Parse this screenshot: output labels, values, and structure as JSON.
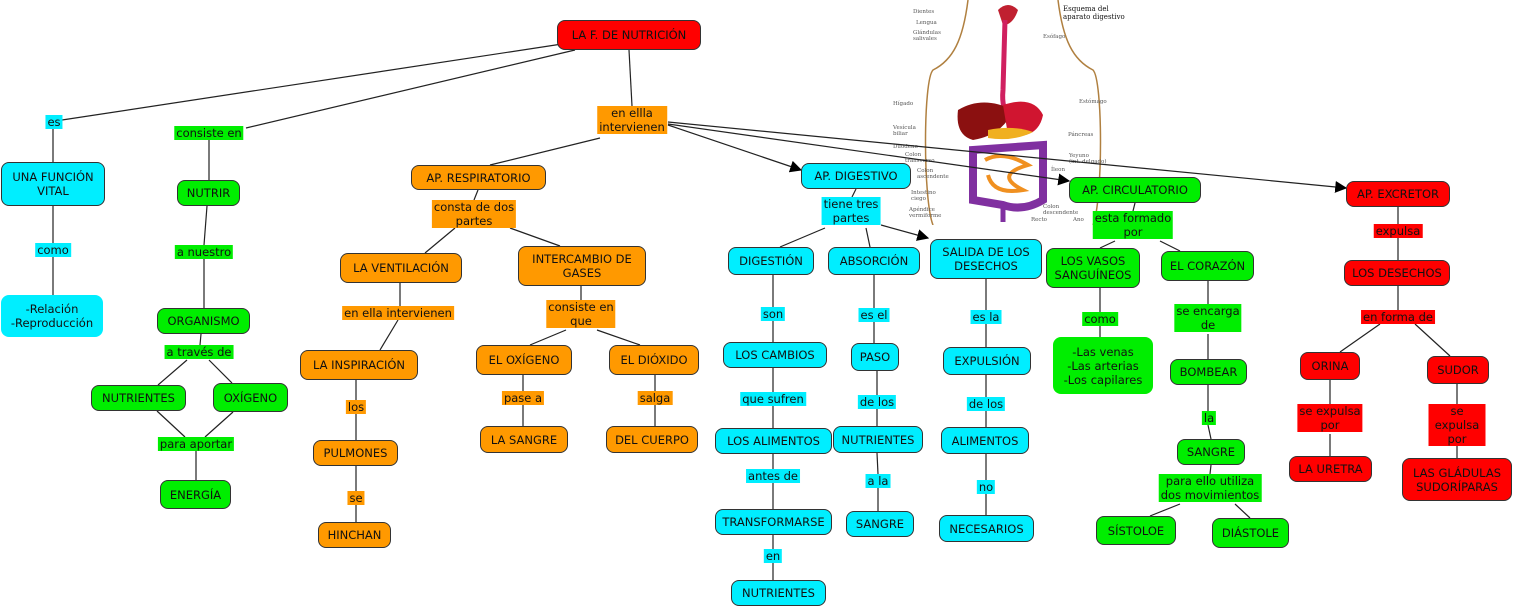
{
  "colors": {
    "respiratorio": "#ff9900",
    "circulatorio_nutrir": "#00ee00",
    "digestivo_funcion": "#00eeff",
    "excretor_root": "#ff0000"
  },
  "root": "LA F. DE NUTRICIÓN",
  "root_link": "en ellla\nintervienen",
  "funcion": {
    "link": "es",
    "concept": "UNA FUNCIÓN\nVITAL",
    "link2": "como",
    "list": "-Relación\n-Reproducción"
  },
  "nutrir": {
    "link": "consiste en",
    "concept": "NUTRIR",
    "link2": "a nuestro",
    "organismo": "ORGANISMO",
    "link3": "a través de",
    "nutrientes": "NUTRIENTES",
    "oxigeno": "OXÍGENO",
    "link4": "para aportar",
    "energia": "ENERGÍA"
  },
  "respiratorio": {
    "concept": "AP. RESPIRATORIO",
    "link": "consta de dos\npartes",
    "ventilacion": "LA VENTILACIÓN",
    "intercambio": "INTERCAMBIO DE\nGASES",
    "link_vent": "en ella intervienen",
    "inspiracion": "LA INSPIRACIÓN",
    "link_los": "los",
    "pulmones": "PULMONES",
    "link_se": "se",
    "hinchan": "HINCHAN",
    "link_inter": "consiste en\nque",
    "oxigeno": "EL OXÍGENO",
    "dioxido": "EL DIÓXIDO",
    "link_pase": "pase a",
    "link_salga": "salga",
    "sangre": "LA SANGRE",
    "cuerpo": "DEL CUERPO"
  },
  "digestivo": {
    "concept": "AP. DIGESTIVO",
    "link": "tiene tres\npartes",
    "digestion": "DIGESTIÓN",
    "absorcion": "ABSORCIÓN",
    "salida": "SALIDA DE LOS\nDESECHOS",
    "d_son": "son",
    "d_cambios": "LOS CAMBIOS",
    "d_que": "que sufren",
    "d_alimentos": "LOS ALIMENTOS",
    "d_antes": "antes de",
    "d_transformarse": "TRANSFORMARSE",
    "d_en": "en",
    "d_nutrientes": "NUTRIENTES",
    "a_esel": "es el",
    "a_paso": "PASO",
    "a_delos": "de los",
    "a_nutrientes": "NUTRIENTES",
    "a_ala": "a la",
    "a_sangre": "SANGRE",
    "s_esla": "es la",
    "s_expulsion": "EXPULSIÓN",
    "s_delos": "de los",
    "s_alimentos": "ALIMENTOS",
    "s_no": "no",
    "s_necesarios": "NECESARIOS"
  },
  "circulatorio": {
    "concept": "AP. CIRCULATORIO",
    "link": "esta formado\npor",
    "vasos": "LOS VASOS\nSANGUÍNEOS",
    "corazon": "EL CORAZÓN",
    "link_como": "como",
    "list": "-Las venas\n-Las arterias\n-Los capilares",
    "link_encarga": "se encarga\nde",
    "bombear": "BOMBEAR",
    "link_la": "la",
    "sangre": "SANGRE",
    "link_mov": "para ello utiliza\ndos movimientos",
    "sistole": "SÍSTOLOE",
    "diastole": "DIÁSTOLE"
  },
  "excretor": {
    "concept": "AP. EXCRETOR",
    "link": "expulsa",
    "desechos": "LOS DESECHOS",
    "link_forma": "en forma de",
    "orina": "ORINA",
    "sudor": "SUDOR",
    "link_orina": "se expulsa\npor",
    "link_sudor": "se expulsa\npor",
    "uretra": "LA URETRA",
    "glandulas": "LAS GLÁDULAS\nSUDORÍPARAS"
  },
  "image": {
    "caption": "Esquema del\naparato digestivo",
    "labels": [
      "Dientes",
      "Lengua",
      "Glándulas\nsalivales",
      "Esófago",
      "Hígado",
      "Estómago",
      "Vesícula\nbiliar",
      "Páncreas",
      "Duodeno",
      "Colon\ntransverso",
      "Yeyuno\n(int. delgado)",
      "Colon\nascendente",
      "Íleon",
      "Intestino\nciego",
      "Colon\ndescendente",
      "Apéndice\nvermiforme",
      "Recto",
      "Ano"
    ]
  }
}
